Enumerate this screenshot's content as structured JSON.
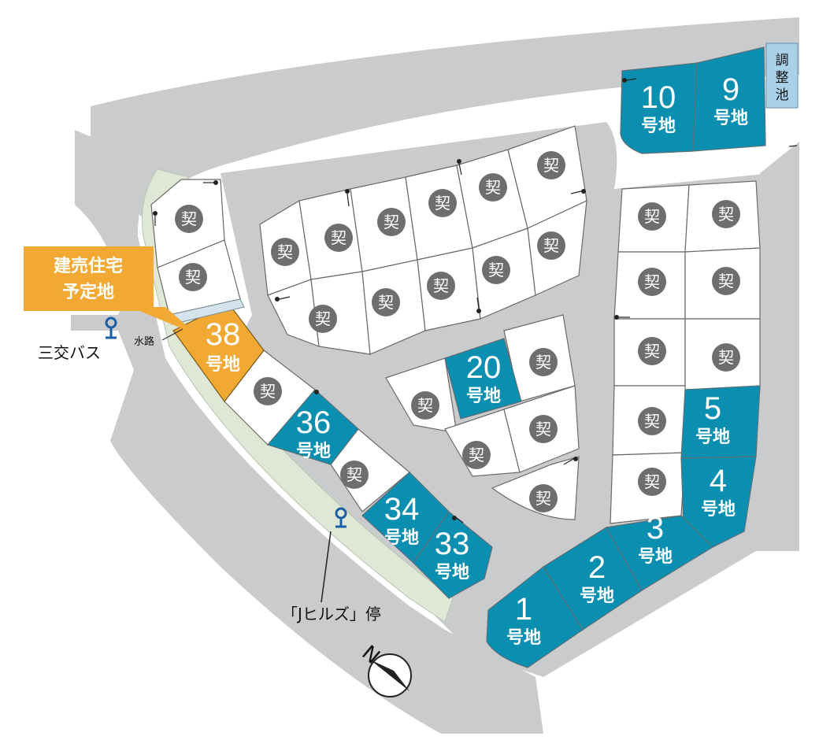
{
  "lots_available": [
    {
      "id": "1",
      "num": "1",
      "unit": "号地"
    },
    {
      "id": "2",
      "num": "2",
      "unit": "号地"
    },
    {
      "id": "3",
      "num": "3",
      "unit": "号地"
    },
    {
      "id": "4",
      "num": "4",
      "unit": "号地"
    },
    {
      "id": "5",
      "num": "5",
      "unit": "号地"
    },
    {
      "id": "9",
      "num": "9",
      "unit": "号地"
    },
    {
      "id": "10",
      "num": "10",
      "unit": "号地"
    },
    {
      "id": "20",
      "num": "20",
      "unit": "号地"
    },
    {
      "id": "33",
      "num": "33",
      "unit": "号地"
    },
    {
      "id": "34",
      "num": "34",
      "unit": "号地"
    },
    {
      "id": "36",
      "num": "36",
      "unit": "号地"
    }
  ],
  "lot_house": {
    "num": "38",
    "unit": "号地"
  },
  "sold_mark": "契",
  "callout": {
    "line1": "建売住宅",
    "line2": "予定地"
  },
  "pond_label": [
    "調",
    "整",
    "池"
  ],
  "labels": {
    "waterway": "水路",
    "bus_stop_sanko": "三交バス",
    "bus_stop_jhills": "「Jヒルズ」停",
    "north": "N"
  },
  "colors": {
    "available": "#0b8fb1",
    "house_plan": "#f2a934",
    "sold": "#6d6e70",
    "road": "#c9cbcd",
    "pond": "#a9d2ea"
  }
}
